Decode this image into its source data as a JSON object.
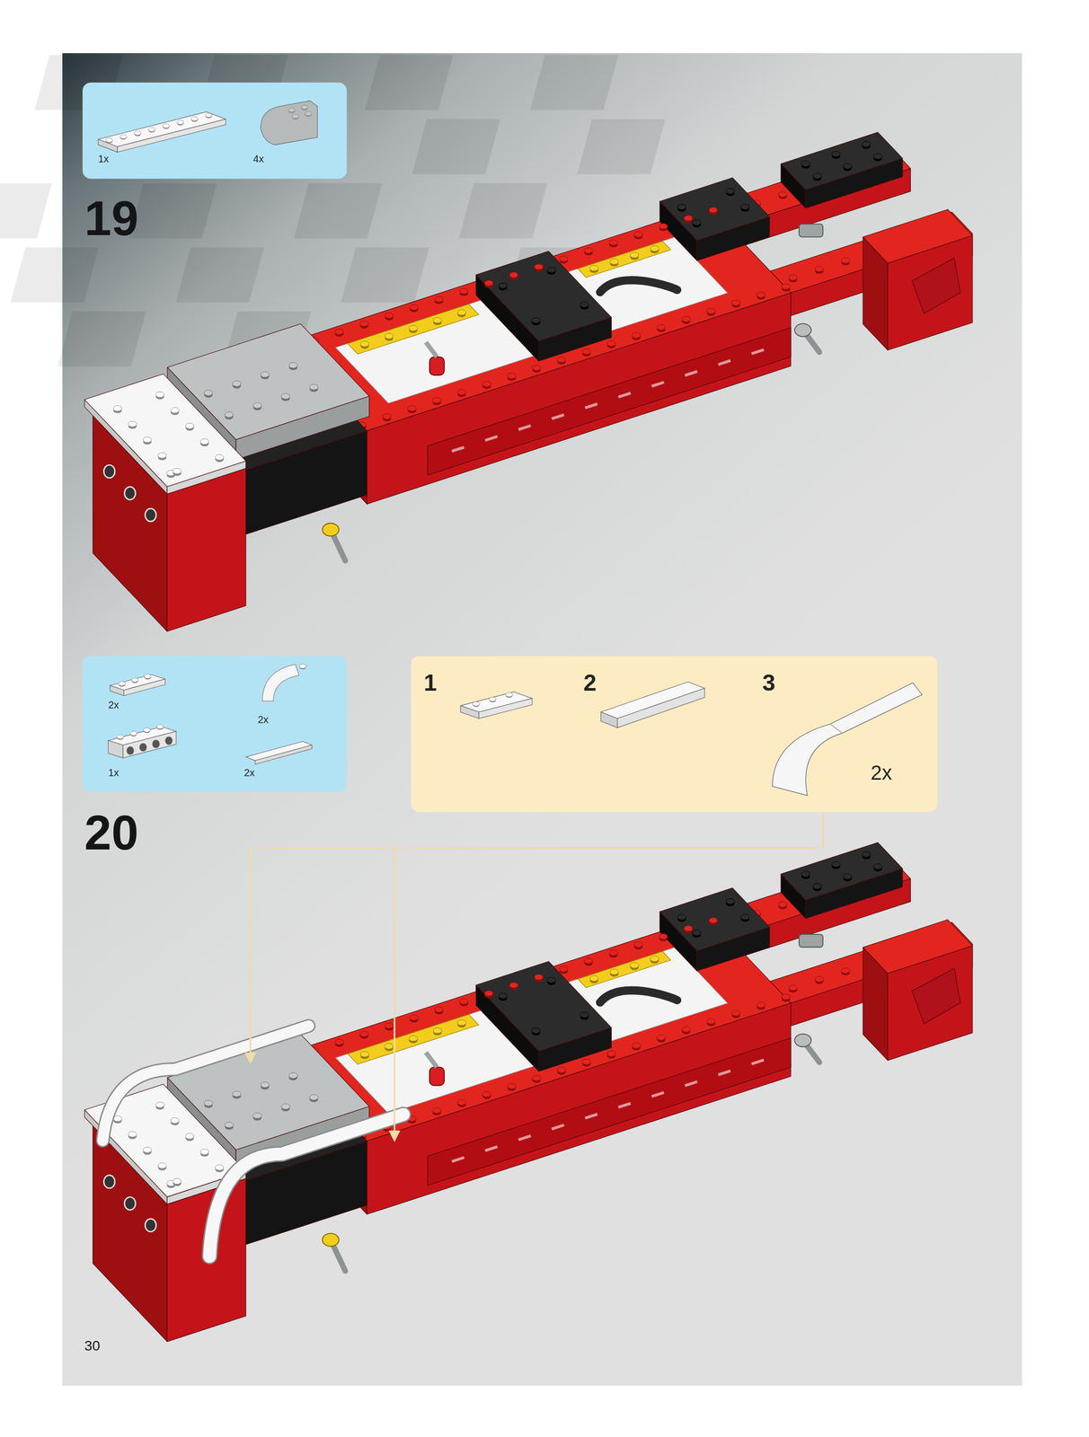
{
  "diagram": {
    "nodes": [
      {
        "text": [
          "1x",
          "4x"
        ]
      },
      {
        "text": [
          "2x",
          "2x",
          "1x",
          "2x"
        ]
      },
      {
        "text": [
          "1",
          "2",
          "3",
          "2x"
        ]
      }
    ],
    "labels": [
      "19",
      "20",
      "30"
    ]
  }
}
